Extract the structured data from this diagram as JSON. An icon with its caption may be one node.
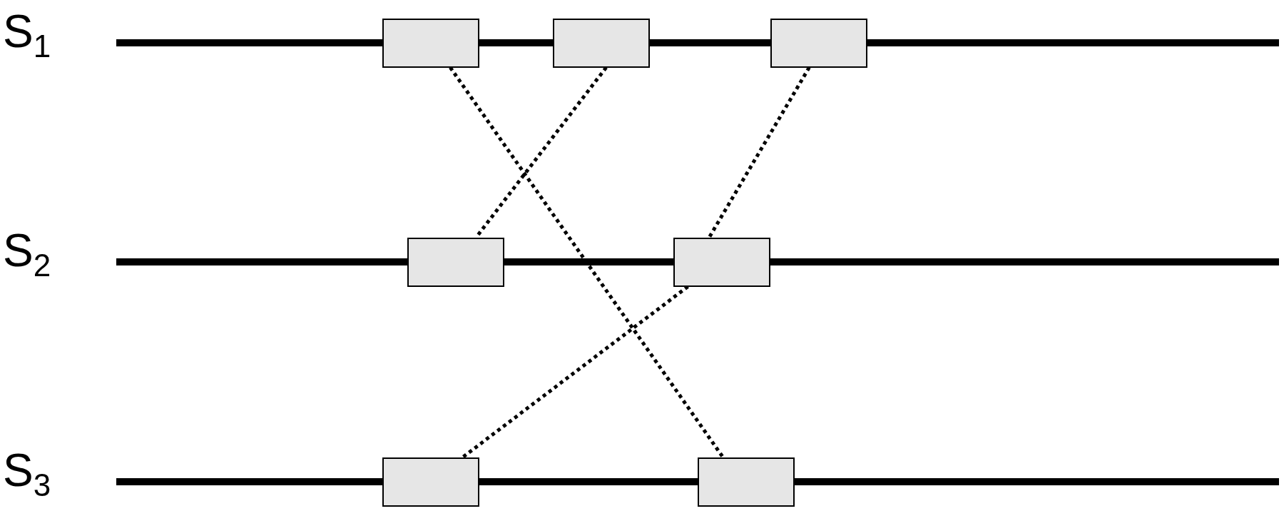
{
  "diagram": {
    "nodes": [
      {
        "text": [],
        "shape": "box"
      },
      {
        "text": [],
        "shape": "box"
      },
      {
        "text": [],
        "shape": "box"
      },
      {
        "text": [],
        "shape": "box"
      },
      {
        "text": [],
        "shape": "box"
      },
      {
        "text": [],
        "shape": "box"
      },
      {
        "text": [],
        "shape": "box"
      }
    ],
    "edges": [
      {
        "from": 0,
        "to": 6,
        "arrow": "none",
        "style": "dashed"
      },
      {
        "from": 1,
        "to": 3,
        "arrow": "none",
        "style": "dashed"
      },
      {
        "from": 2,
        "to": 4,
        "arrow": "none",
        "style": "dashed"
      },
      {
        "from": 4,
        "to": 5,
        "arrow": "none",
        "style": "dashed"
      }
    ],
    "labels": [
      "S$_{1}$",
      "S$_{2}$",
      "S$_{3}$"
    ]
  }
}
